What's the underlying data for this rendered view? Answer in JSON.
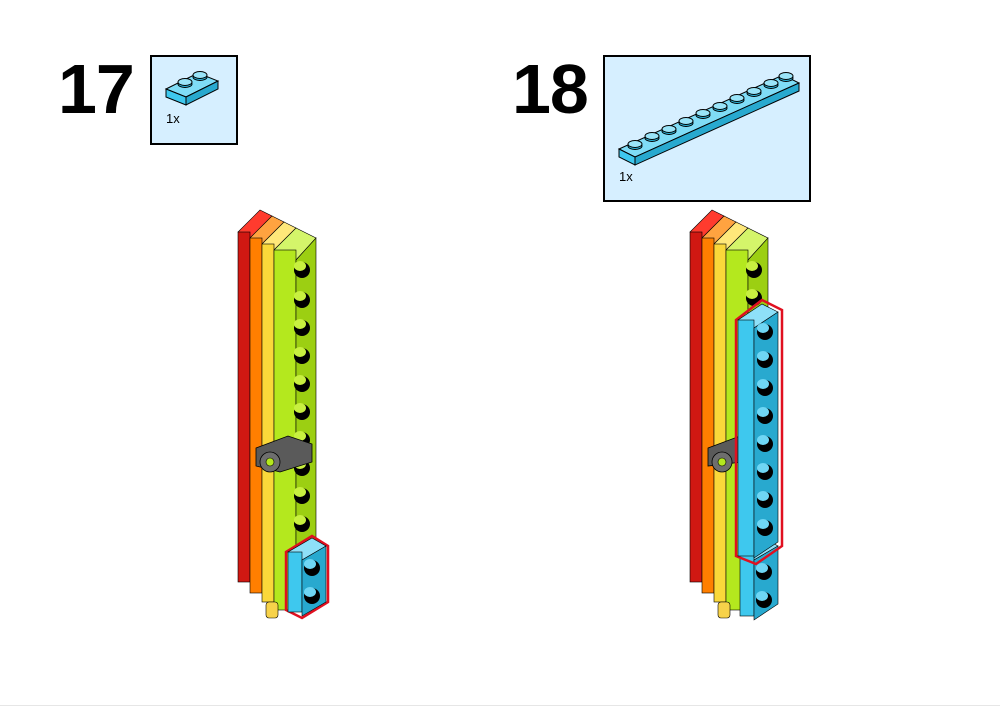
{
  "steps": [
    {
      "number": "17",
      "part_quantity": "1x",
      "part": "plate-1x2-azure"
    },
    {
      "number": "18",
      "part_quantity": "1x",
      "part": "plate-1x10-azure"
    }
  ],
  "colors": {
    "red": "#d01812",
    "orange": "#ff7f00",
    "yellow": "#fad83a",
    "lime": "#b4e81e",
    "azure": "#3ec8ee",
    "dark_gray": "#5a5a5a",
    "highlight": "#e01020",
    "callout_bg": "#d6efff"
  }
}
